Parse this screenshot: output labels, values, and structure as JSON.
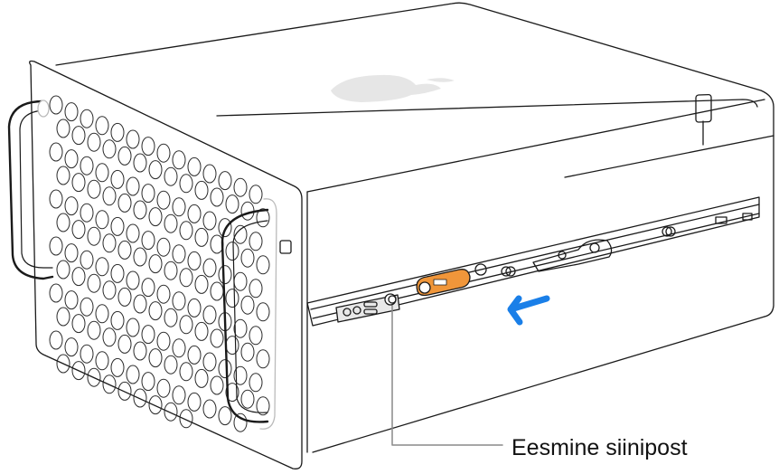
{
  "figure": {
    "subject": "Mac Pro rack-mount enclosure sliding on rails",
    "callouts": [
      {
        "id": "front-rail-post",
        "label": "Eesmine siinipost"
      }
    ],
    "direction_arrow": {
      "direction": "left",
      "color": "#1a7fe8"
    },
    "highlighted_part": {
      "name": "rail release latch",
      "color": "#f0963a"
    },
    "logo": {
      "name": "apple-logo",
      "color": "#e6e6e6"
    },
    "line_color": "#1a1a1a",
    "leader_color": "#8a8a8a"
  }
}
